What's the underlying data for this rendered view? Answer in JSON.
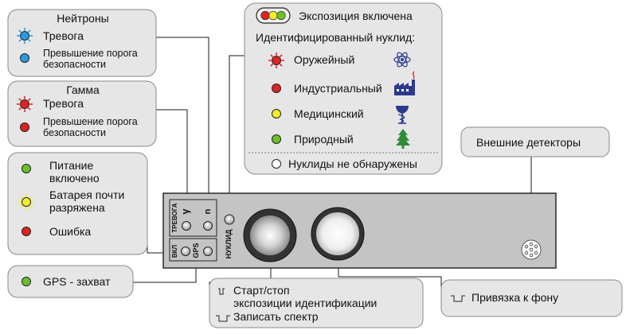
{
  "neutrons": {
    "title": "Нейтроны",
    "alarm": "Тревога",
    "threshold_line1": "Превышение порога",
    "threshold_line2": "безопасности",
    "color": "#2a9be0"
  },
  "gamma": {
    "title": "Гамма",
    "alarm": "Тревога",
    "threshold_line1": "Превышение порога",
    "threshold_line2": "безопасности",
    "color": "#e02222"
  },
  "power": {
    "power_line1": "Питание",
    "power_line2": "включено",
    "battery_line1": "Батарея почти",
    "battery_line2": "разряжена",
    "error": "Ошибка",
    "green": "#6cc12a",
    "yellow": "#f2ee2a",
    "red": "#e02222"
  },
  "gps_box": {
    "label": "GPS - захват",
    "color": "#6cc12a"
  },
  "nuclides": {
    "exposure": "Экспозиция включена",
    "identified": "Идентифицированный нуклид:",
    "weapon": "Оружейный",
    "industrial": "Индустриальный",
    "medical": "Медицинский",
    "natural": "Природный",
    "none": "Нуклиды не обнаружены",
    "icons": [
      "atom-icon",
      "factory-icon",
      "caduceus-icon",
      "tree-icon"
    ]
  },
  "external": {
    "label": "Внешние детекторы"
  },
  "panel": {
    "alarm_label": "ТРЕВОГА",
    "gamma_symbol": "γ",
    "neutron_symbol": "n",
    "nuclide_label": "НУКЛИД",
    "power_label": "ВКЛ",
    "gps_label": "GPS"
  },
  "start_box": {
    "line1": "Старт/стоп",
    "line2": "экспозиции идентификации",
    "line3": "Записать спектр"
  },
  "background_box": {
    "label": "Привязка к фону"
  }
}
